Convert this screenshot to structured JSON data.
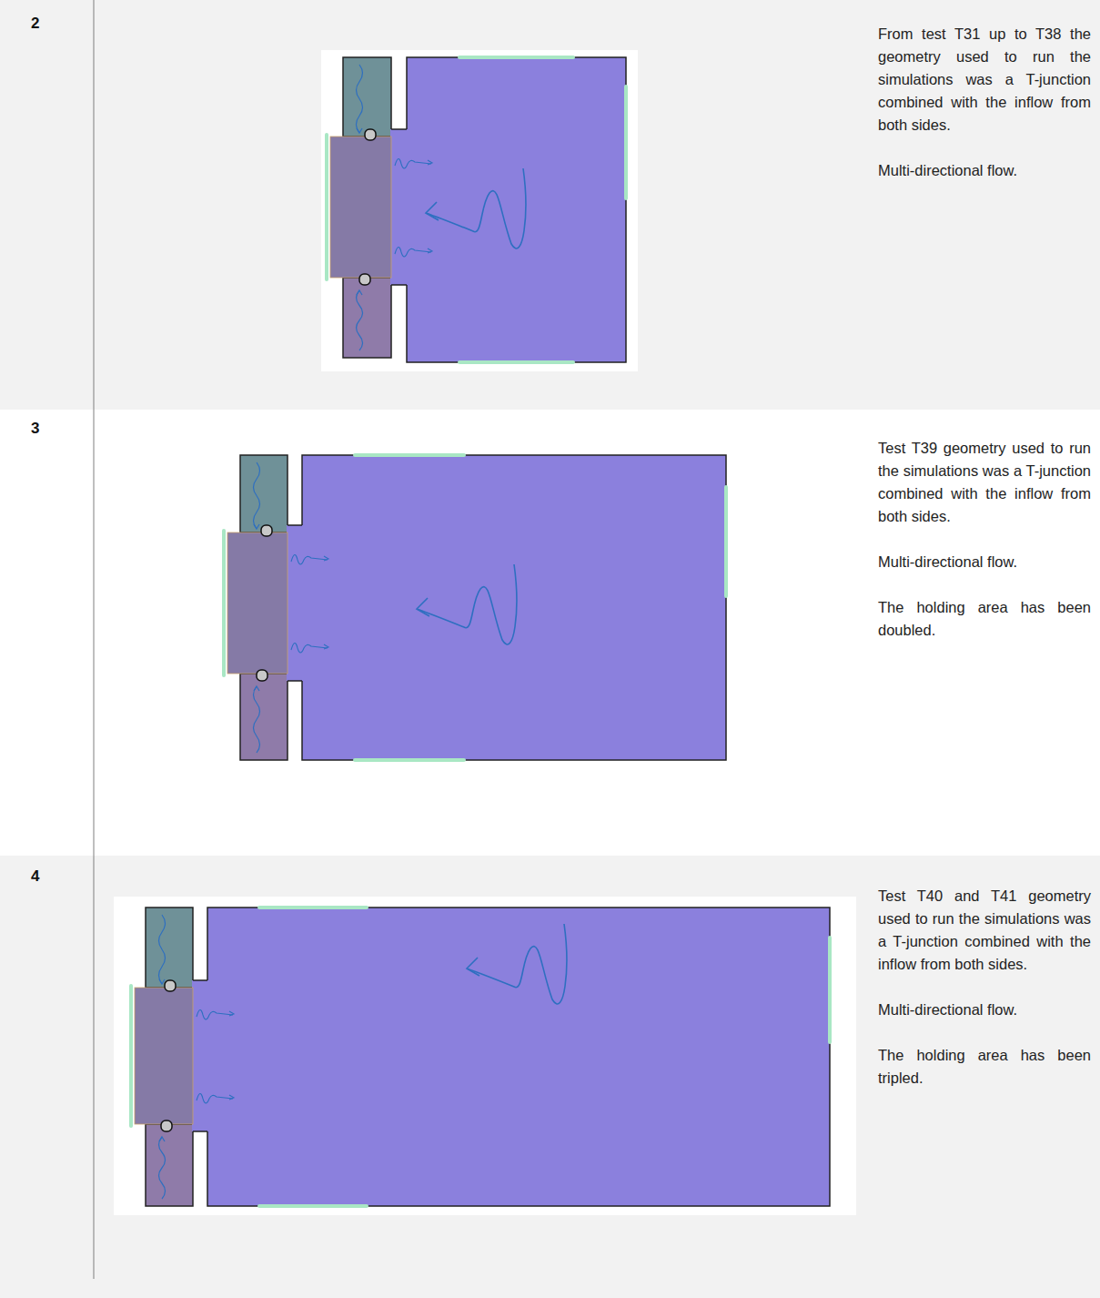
{
  "diagram": {
    "labels": [
      "2",
      "From test T31 up to T38 the geometry used to run the simulations was a T-junction combined with the inflow from both sides.",
      "Multi-directional flow.",
      "3",
      "Test T39 geometry used to run the simulations was a T-junction combined with the inflow from both sides.",
      "Multi-directional flow.",
      "The holding area has been doubled.",
      "4",
      "Test T40 and T41 geometry used to run the simulations was a T-junction combined with the inflow from both sides.",
      "Multi-directional flow.",
      "The holding area has been tripled."
    ]
  }
}
